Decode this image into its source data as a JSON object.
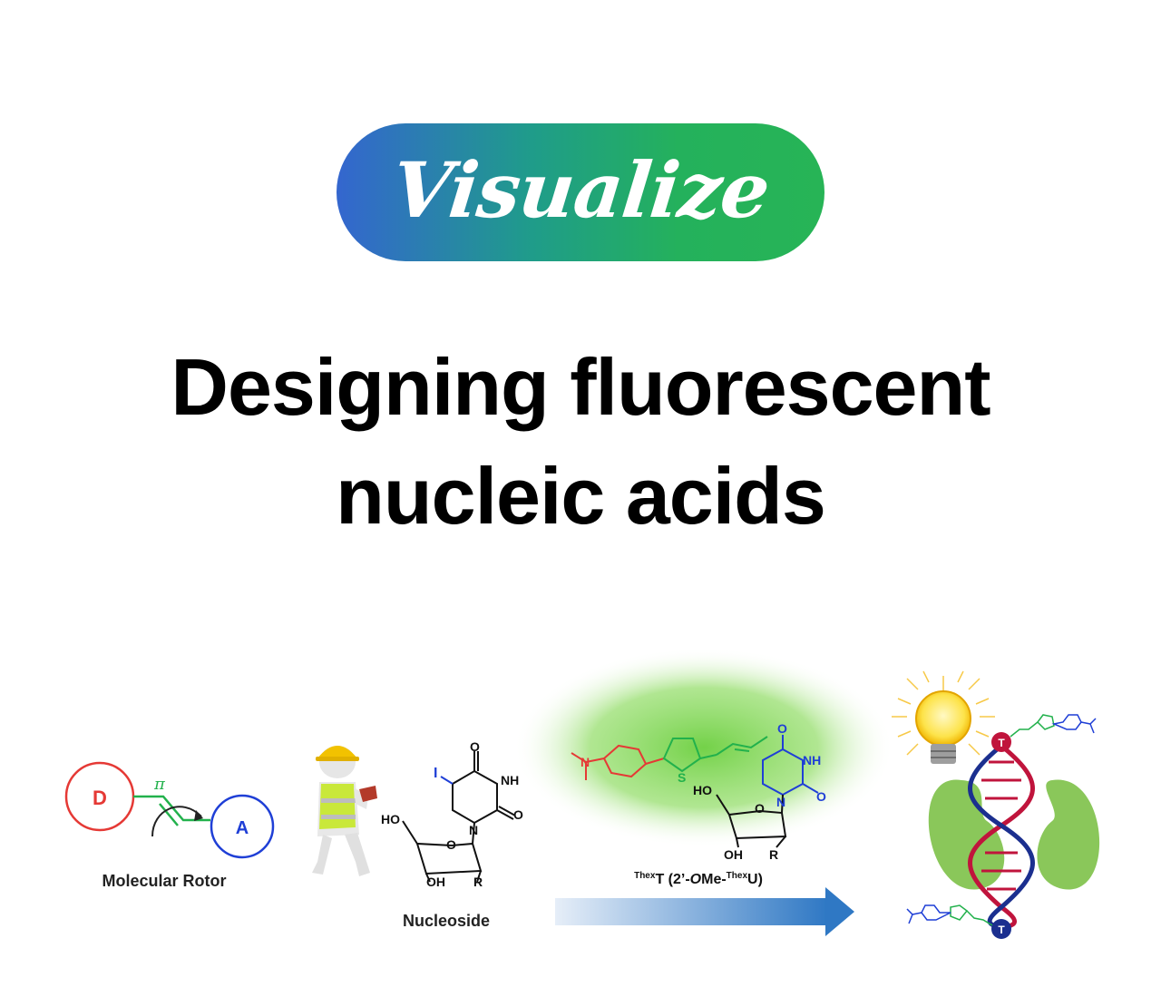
{
  "badge": {
    "label": "Visualize"
  },
  "headline": {
    "line1": "Designing  fluorescent",
    "line2": "nucleic acids"
  },
  "rotor": {
    "caption": "Molecular Rotor",
    "donor": "D",
    "acceptor": "A",
    "pi": "π"
  },
  "nucleoside": {
    "caption": "Nucleoside",
    "iodo": "I",
    "nh": "NH",
    "n": "N",
    "o_top": "O",
    "o_right": "O",
    "o_ring": "O",
    "ho": "HO",
    "oh": "OH",
    "r": "R"
  },
  "thex": {
    "caption_prefix_sup": "Thex",
    "caption_main": "T (2’-",
    "caption_italic": "O",
    "caption_mid": "Me-",
    "caption_sup2": "Thex",
    "caption_end": "U)",
    "s": "S",
    "nh": "NH",
    "n": "N",
    "n_dim": "N",
    "o1": "O",
    "o2": "O",
    "o_ring": "O",
    "ho": "HO",
    "oh": "OH",
    "r": "R"
  },
  "helix": {
    "end_top": "T",
    "end_bottom": "T"
  },
  "colors": {
    "donor": "#e53935",
    "acceptor": "#1f3fd6",
    "pi_bridge": "#22b14c",
    "blue": "#1f3fd6",
    "red": "#e53935",
    "green": "#22b14c",
    "strand_red": "#c0143c",
    "strand_blue": "#1b2f8f",
    "protein": "#8ac75a",
    "arrow": "#2f78c4"
  }
}
